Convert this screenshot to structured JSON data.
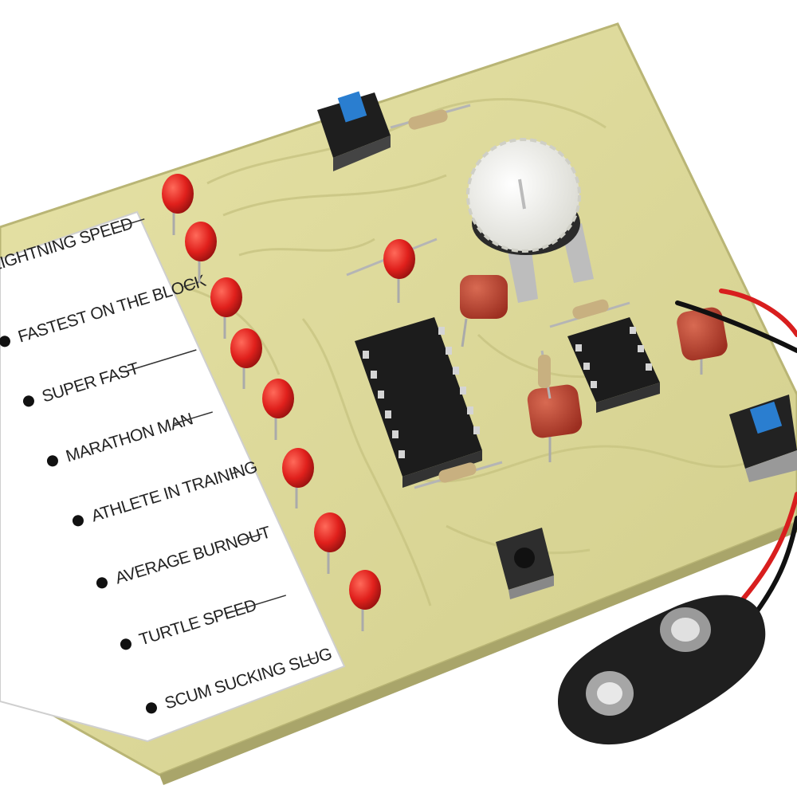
{
  "speed_labels": [
    "LIGHTNING SPEED",
    "FASTEST ON THE BLOCK",
    "SUPER FAST",
    "MARATHON MAN",
    "ATHLETE IN TRAINING",
    "AVERAGE BURNOUT",
    "TURTLE SPEED",
    "SCUM SUCKING SLUG"
  ],
  "colors": {
    "board": "#dcd89a",
    "trace": "#cfcb86",
    "led_red": "#e0201c",
    "capacitor": "#b83a2a",
    "ic_body": "#1c1c1c",
    "button_blue": "#2a7ed0",
    "label_bg": "#ffffff"
  },
  "components": {
    "leds": 9,
    "ic_chips": [
      "14-pin dip chip",
      "8-pin dip chip"
    ],
    "pushbuttons": [
      "top blue button",
      "right blue button",
      "small black tactile button"
    ],
    "potentiometer": "white knob trimmer",
    "connector": "9V battery snap"
  }
}
